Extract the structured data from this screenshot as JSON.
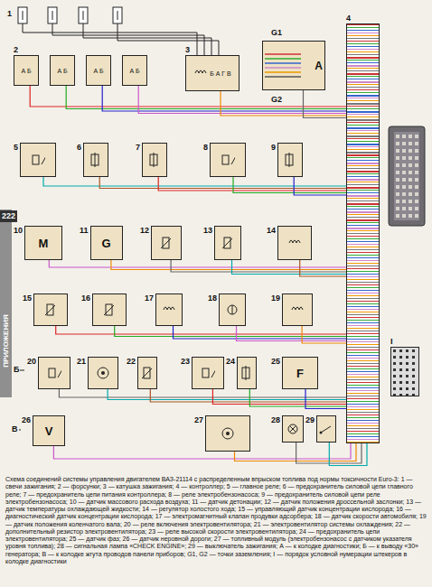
{
  "diagram": {
    "caption": "Схема соединений системы управления двигателем ВАЗ-21114 с распределенным впрыском топлива под нормы токсичности Euro-3: 1 — свечи зажигания; 2 — форсунки; 3 — катушка зажигания; 4 — контроллер; 5 — главное реле; 6 — предохранитель силовой цепи главного реле; 7 — предохранитель цепи питания контроллера; 8 — реле электробензонасоса; 9 — предохранитель силовой цепи реле электробензонасоса; 10 — датчик массового расхода воздуха; 11 — датчик детонации; 12 — датчик положения дроссельной заслонки; 13 — датчик температуры охлаждающей жидкости; 14 — регулятор холостого хода; 15 — управляющий датчик концентрации кислорода; 16 — диагностический датчик концентрации кислорода; 17 — электромагнитный клапан продувки адсорбера; 18 — датчик скорости автомобиля; 19 — датчик положения коленчатого вала; 20 — реле включения электровентилятора; 21 — электровентилятор системы охлаждения; 22 — дополнительный резистор электровентилятора; 23 — реле высокой скорости электровентилятора; 24 — предохранитель цепи электровентилятора; 25 — датчик фаз; 26 — датчик неровной дороги; 27 — топливный модуль (электробензонасос с датчиком указателя уровня топлива); 28 — сигнальная лампа «CHECK ENGINE»; 29 — выключатель зажигания; А — к колодке диагностики; Б — к выводу «30» генератора; В — к колодке жгута проводов панели приборов; G1, G2 — точки заземления; I — порядок условной нумерации штекеров в колодке диагностики",
    "nodes": [
      {
        "text": [
          "2",
          "А Б"
        ]
      },
      {
        "text": [
          "А Б"
        ]
      },
      {
        "text": [
          "А Б"
        ]
      },
      {
        "text": [
          "А Б"
        ]
      },
      {
        "text": [
          "3",
          "Б А Г В"
        ]
      },
      {
        "text": [
          "4"
        ]
      },
      {
        "text": [
          "A"
        ]
      },
      {
        "text": [
          "5"
        ]
      },
      {
        "text": [
          "6"
        ]
      },
      {
        "text": [
          "7"
        ]
      },
      {
        "text": [
          "8"
        ]
      },
      {
        "text": [
          "9"
        ]
      },
      {
        "text": [
          "10",
          "M"
        ]
      },
      {
        "text": [
          "11",
          "G"
        ]
      },
      {
        "text": [
          "12"
        ]
      },
      {
        "text": [
          "13"
        ]
      },
      {
        "text": [
          "14"
        ]
      },
      {
        "text": [
          "15"
        ]
      },
      {
        "text": [
          "16"
        ]
      },
      {
        "text": [
          "17"
        ]
      },
      {
        "text": [
          "18"
        ]
      },
      {
        "text": [
          "19"
        ]
      },
      {
        "text": [
          "20"
        ]
      },
      {
        "text": [
          "21"
        ]
      },
      {
        "text": [
          "22"
        ]
      },
      {
        "text": [
          "23"
        ]
      },
      {
        "text": [
          "24"
        ]
      },
      {
        "text": [
          "25",
          "F"
        ]
      },
      {
        "text": [
          "26",
          "V"
        ]
      },
      {
        "text": [
          "27"
        ]
      },
      {
        "text": [
          "28"
        ]
      },
      {
        "text": [
          "29"
        ]
      },
      {
        "text": [
          "I"
        ]
      }
    ],
    "edges": [
      {
        "from": 0,
        "to": 5,
        "arrow": "none"
      },
      {
        "from": 1,
        "to": 5,
        "arrow": "none"
      },
      {
        "from": 2,
        "to": 5,
        "arrow": "none"
      },
      {
        "from": 3,
        "to": 5,
        "arrow": "none"
      },
      {
        "from": 4,
        "to": 5,
        "arrow": "none"
      },
      {
        "from": 6,
        "to": 5,
        "arrow": "none"
      },
      {
        "from": 7,
        "to": 5,
        "arrow": "none"
      },
      {
        "from": 8,
        "to": 5,
        "arrow": "none"
      },
      {
        "from": 9,
        "to": 5,
        "arrow": "none"
      },
      {
        "from": 10,
        "to": 5,
        "arrow": "none"
      },
      {
        "from": 11,
        "to": 5,
        "arrow": "none"
      },
      {
        "from": 12,
        "to": 5,
        "arrow": "none"
      },
      {
        "from": 13,
        "to": 5,
        "arrow": "none"
      },
      {
        "from": 14,
        "to": 5,
        "arrow": "none"
      },
      {
        "from": 15,
        "to": 5,
        "arrow": "none"
      },
      {
        "from": 16,
        "to": 5,
        "arrow": "none"
      },
      {
        "from": 17,
        "to": 5,
        "arrow": "none"
      },
      {
        "from": 18,
        "to": 5,
        "arrow": "none"
      },
      {
        "from": 19,
        "to": 5,
        "arrow": "none"
      },
      {
        "from": 20,
        "to": 5,
        "arrow": "none"
      },
      {
        "from": 21,
        "to": 5,
        "arrow": "none"
      },
      {
        "from": 22,
        "to": 5,
        "arrow": "none"
      },
      {
        "from": 23,
        "to": 5,
        "arrow": "none"
      },
      {
        "from": 24,
        "to": 5,
        "arrow": "none"
      },
      {
        "from": 25,
        "to": 5,
        "arrow": "none"
      },
      {
        "from": 26,
        "to": 5,
        "arrow": "none"
      },
      {
        "from": 27,
        "to": 5,
        "arrow": "none"
      },
      {
        "from": 28,
        "to": 5,
        "arrow": "none"
      },
      {
        "from": 29,
        "to": 5,
        "arrow": "none"
      },
      {
        "from": 30,
        "to": 5,
        "arrow": "none"
      },
      {
        "from": 31,
        "to": 5,
        "arrow": "none"
      }
    ],
    "labels": [
      "1",
      "Б",
      "В",
      "G1",
      "G2",
      "222",
      "ПРИЛОЖЕНИЯ"
    ]
  }
}
